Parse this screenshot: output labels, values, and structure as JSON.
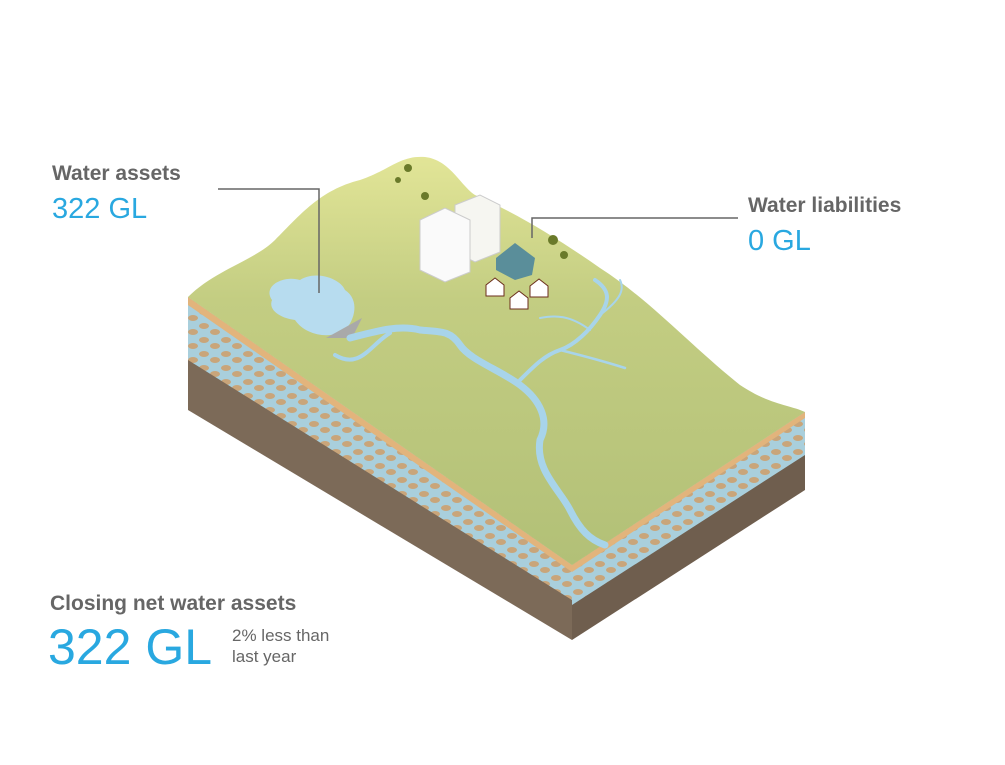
{
  "assets": {
    "title": "Water assets",
    "value": "322 GL"
  },
  "liabilities": {
    "title": "Water liabilities",
    "value": "0 GL"
  },
  "closing": {
    "title": "Closing net water assets",
    "value": "322 GL",
    "note_line1": "2% less than",
    "note_line2": "last year"
  },
  "colors": {
    "accent": "#29a8e0",
    "text": "#666666",
    "grass": "#b9c77d",
    "water": "#a8d4ea",
    "soil": "#e0b27c",
    "rock": "#7c6a58"
  }
}
